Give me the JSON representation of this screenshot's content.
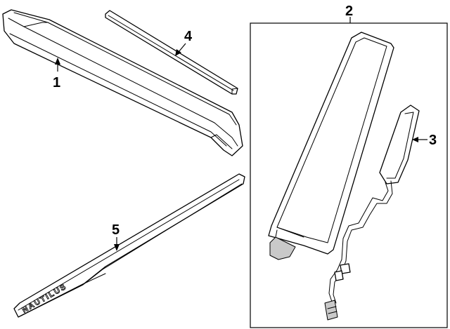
{
  "callouts": {
    "part1": "1",
    "part2": "2",
    "part3": "3",
    "part4": "4",
    "part5": "5"
  },
  "emblem_text": "NAUTILUS"
}
